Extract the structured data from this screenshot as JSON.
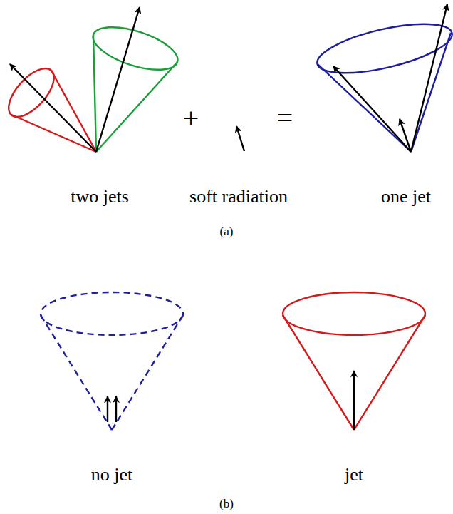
{
  "diagram": {
    "labels": [
      "+",
      "=",
      "two jets",
      "soft radiation",
      "one jet",
      "(a)",
      "no jet",
      "jet",
      "(b)"
    ]
  }
}
